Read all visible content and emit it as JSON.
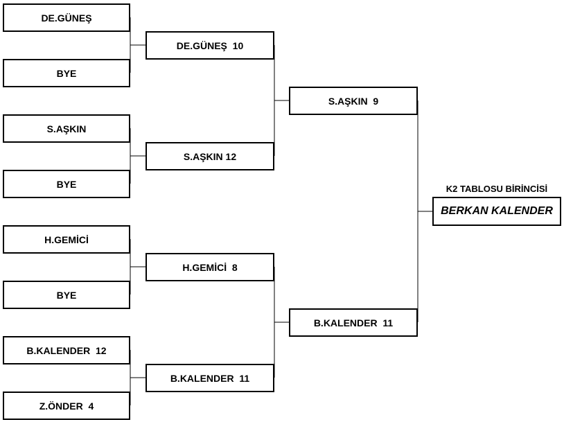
{
  "bracket": {
    "round1": [
      "DE.GÜNEŞ",
      "BYE",
      "S.AŞKIN",
      "BYE",
      "H.GEMİCİ",
      "BYE",
      "B.KALENDER  12",
      "Z.ÖNDER  4"
    ],
    "round2": [
      "DE.GÜNEŞ  10",
      "S.AŞKIN 12",
      "H.GEMİCİ  8",
      "B.KALENDER  11"
    ],
    "round3": [
      "S.AŞKIN  9",
      "B.KALENDER  11"
    ],
    "champion_title": "K2 TABLOSU BİRİNCİSİ",
    "champion_name": "BERKAN KALENDER"
  }
}
